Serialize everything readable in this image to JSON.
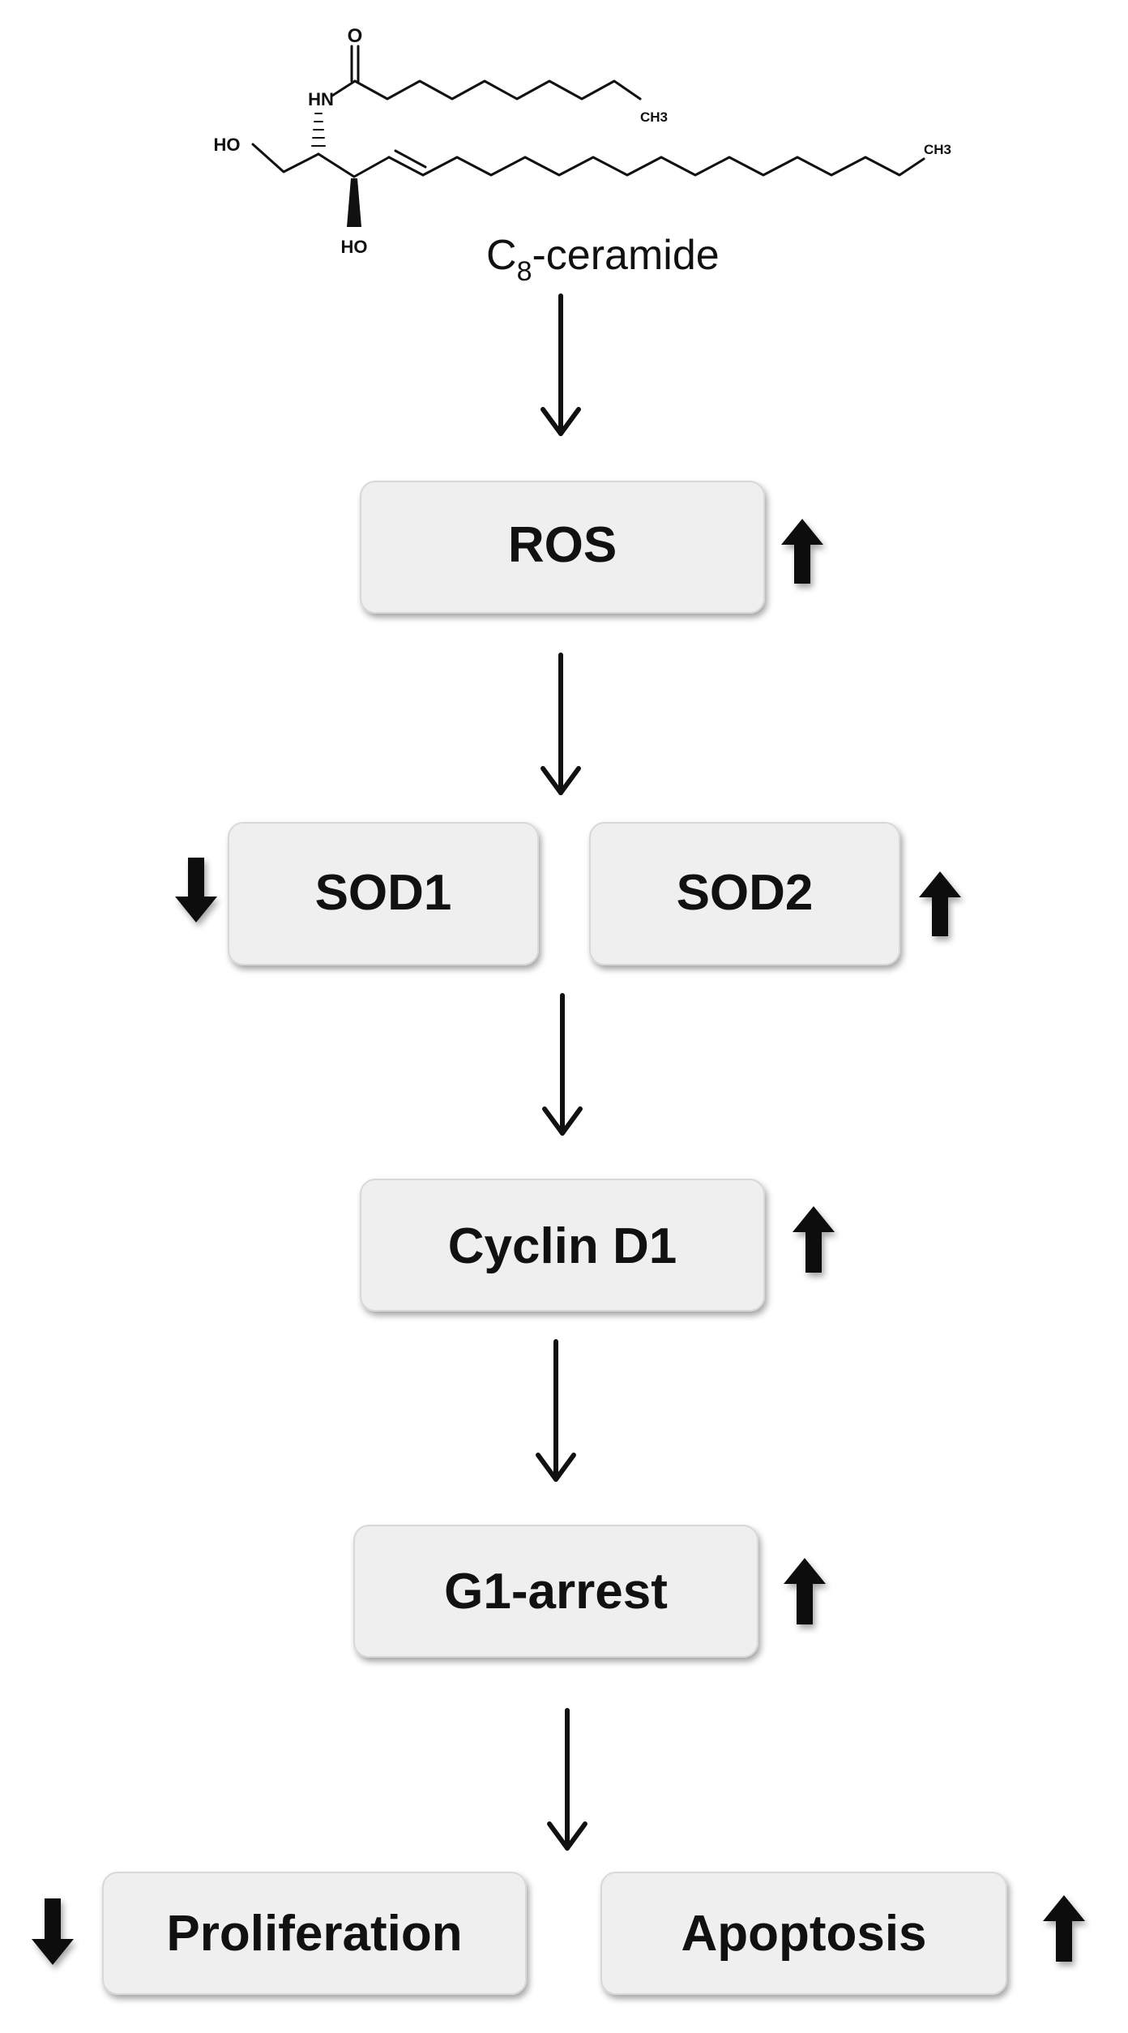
{
  "molecule": {
    "atoms": {
      "o": "O",
      "hn": "HN",
      "ch3_chain": "CH3",
      "ho_left": "HO",
      "ho_bottom": "HO",
      "ch3_tail": "CH3"
    },
    "name_prefix": "C",
    "name_subscript": "8",
    "name_suffix": "-ceramide"
  },
  "nodes": {
    "ros": "ROS",
    "sod1": "SOD1",
    "sod2": "SOD2",
    "cyclin": "Cyclin D1",
    "g1": "G1-arrest",
    "proliferation": "Proliferation",
    "apoptosis": "Apoptosis"
  },
  "indicators": {
    "ros": "up",
    "sod1": "down",
    "sod2": "up",
    "cyclin": "up",
    "g1": "up",
    "proliferation": "down",
    "apoptosis": "up"
  },
  "colors": {
    "box_fill": "#efefef",
    "ink": "#111111"
  }
}
